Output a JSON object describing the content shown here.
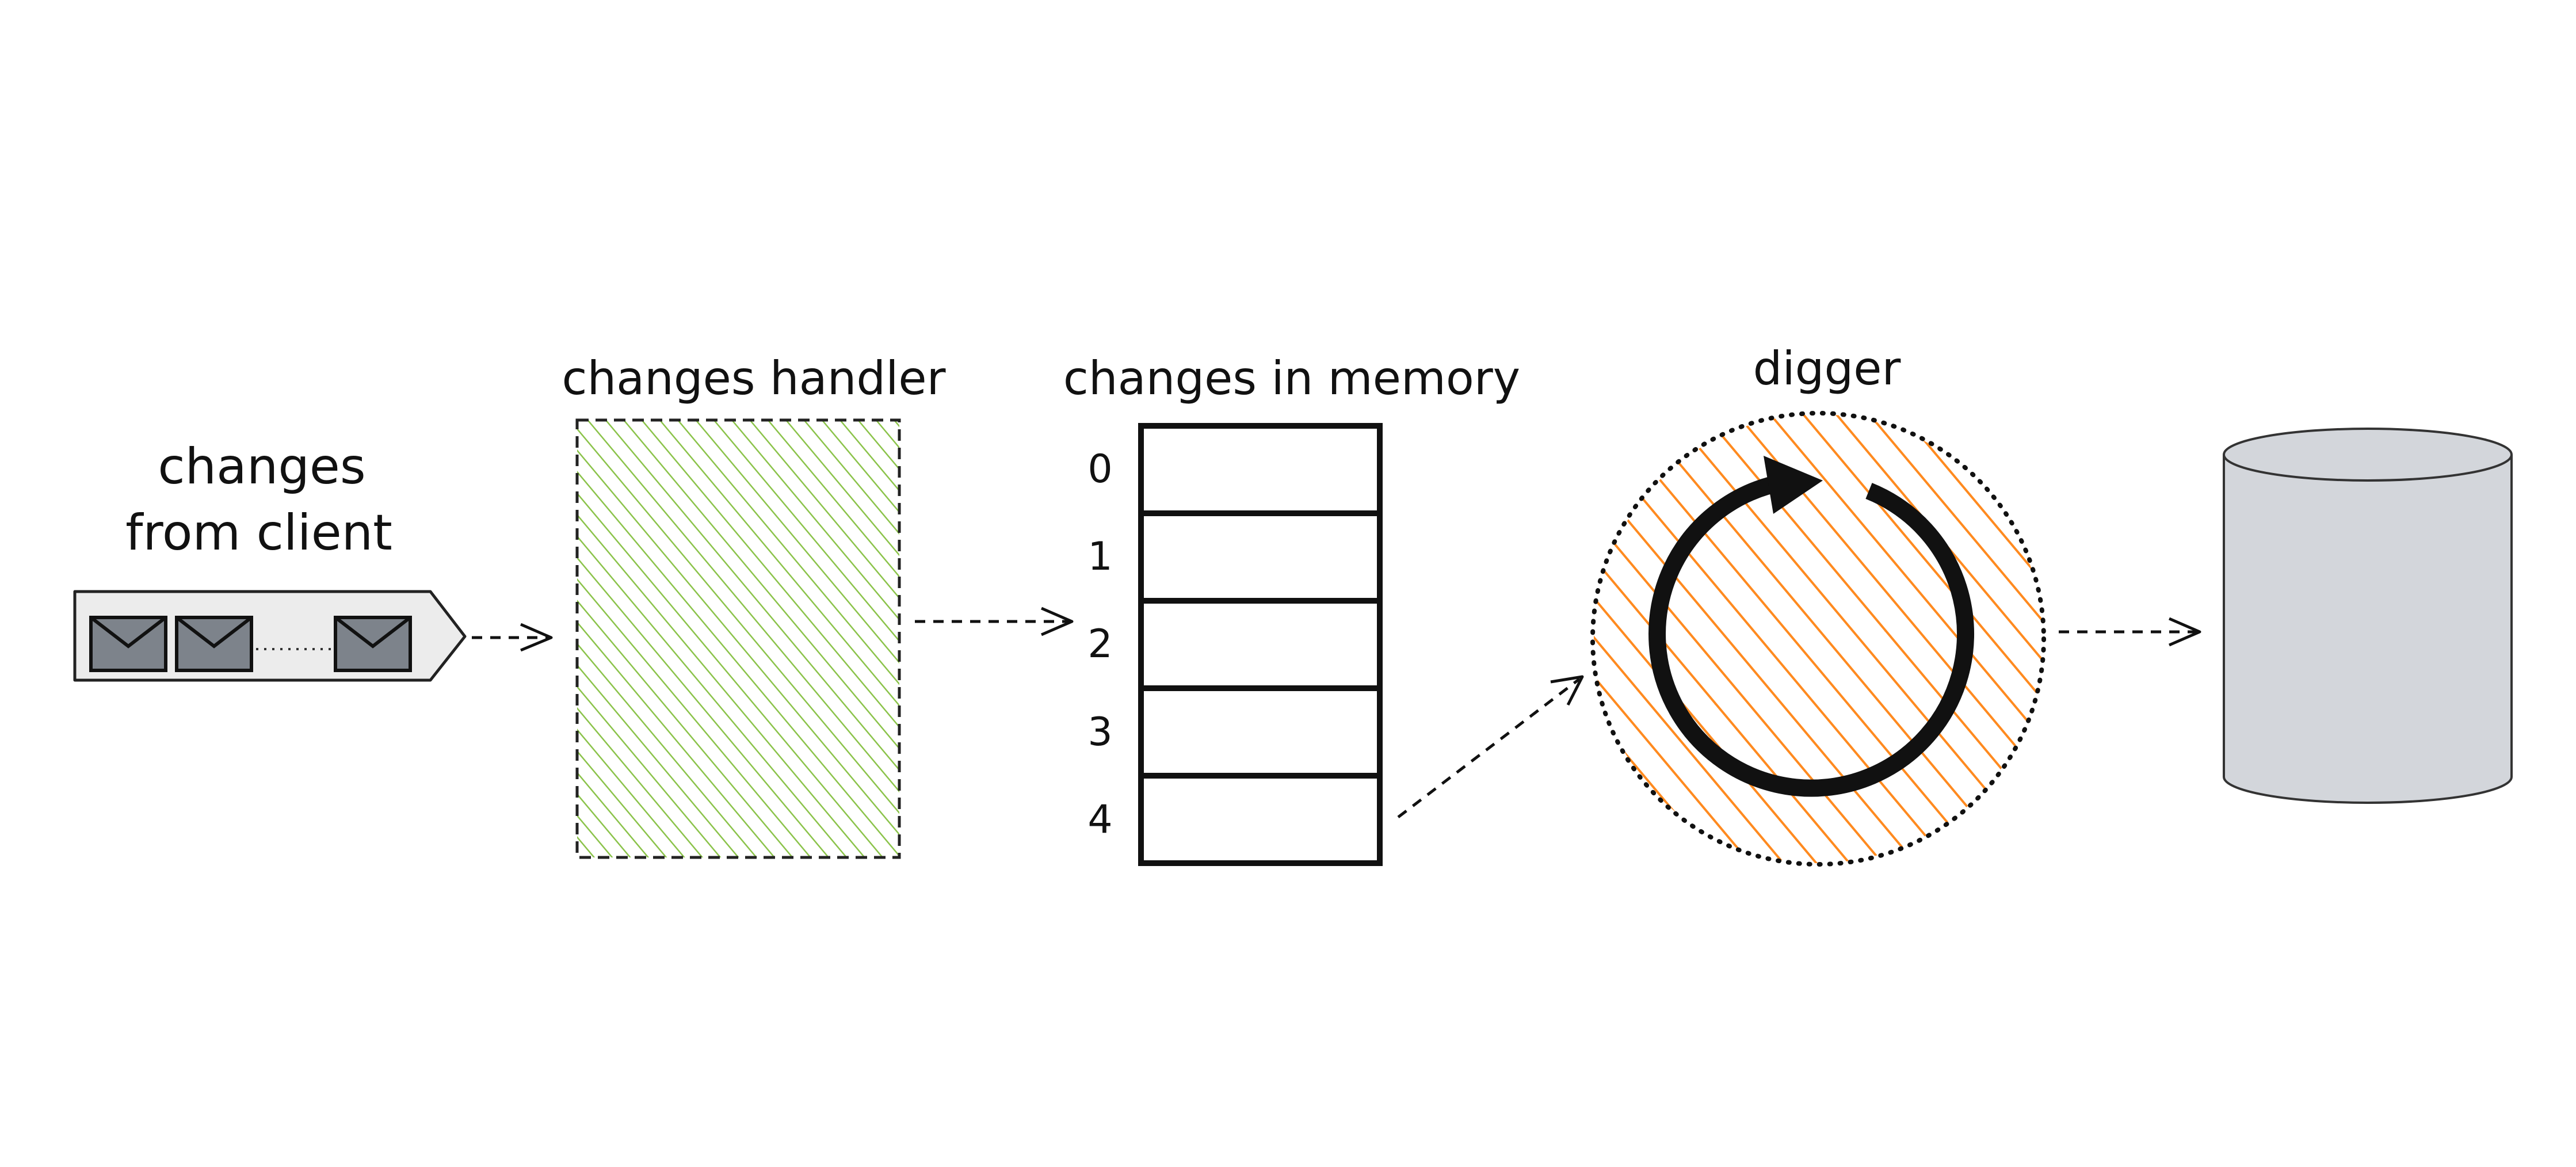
{
  "labels": {
    "client_line1": "changes",
    "client_line2": "from client",
    "handler": "changes handler",
    "memory": "changes in memory",
    "digger": "digger"
  },
  "memory_slots": [
    "0",
    "1",
    "2",
    "3",
    "4"
  ],
  "colors": {
    "handler_hatch": "#8bc34a",
    "digger_hatch": "#ff8a1f",
    "envelope_fill": "#7d838b",
    "queue_fill": "#ececec",
    "database_fill": "#d3d6db",
    "stroke": "#111111"
  },
  "icons": {
    "message": "envelope-icon",
    "loop": "refresh-arrow-icon",
    "storage": "database-cylinder-icon"
  }
}
